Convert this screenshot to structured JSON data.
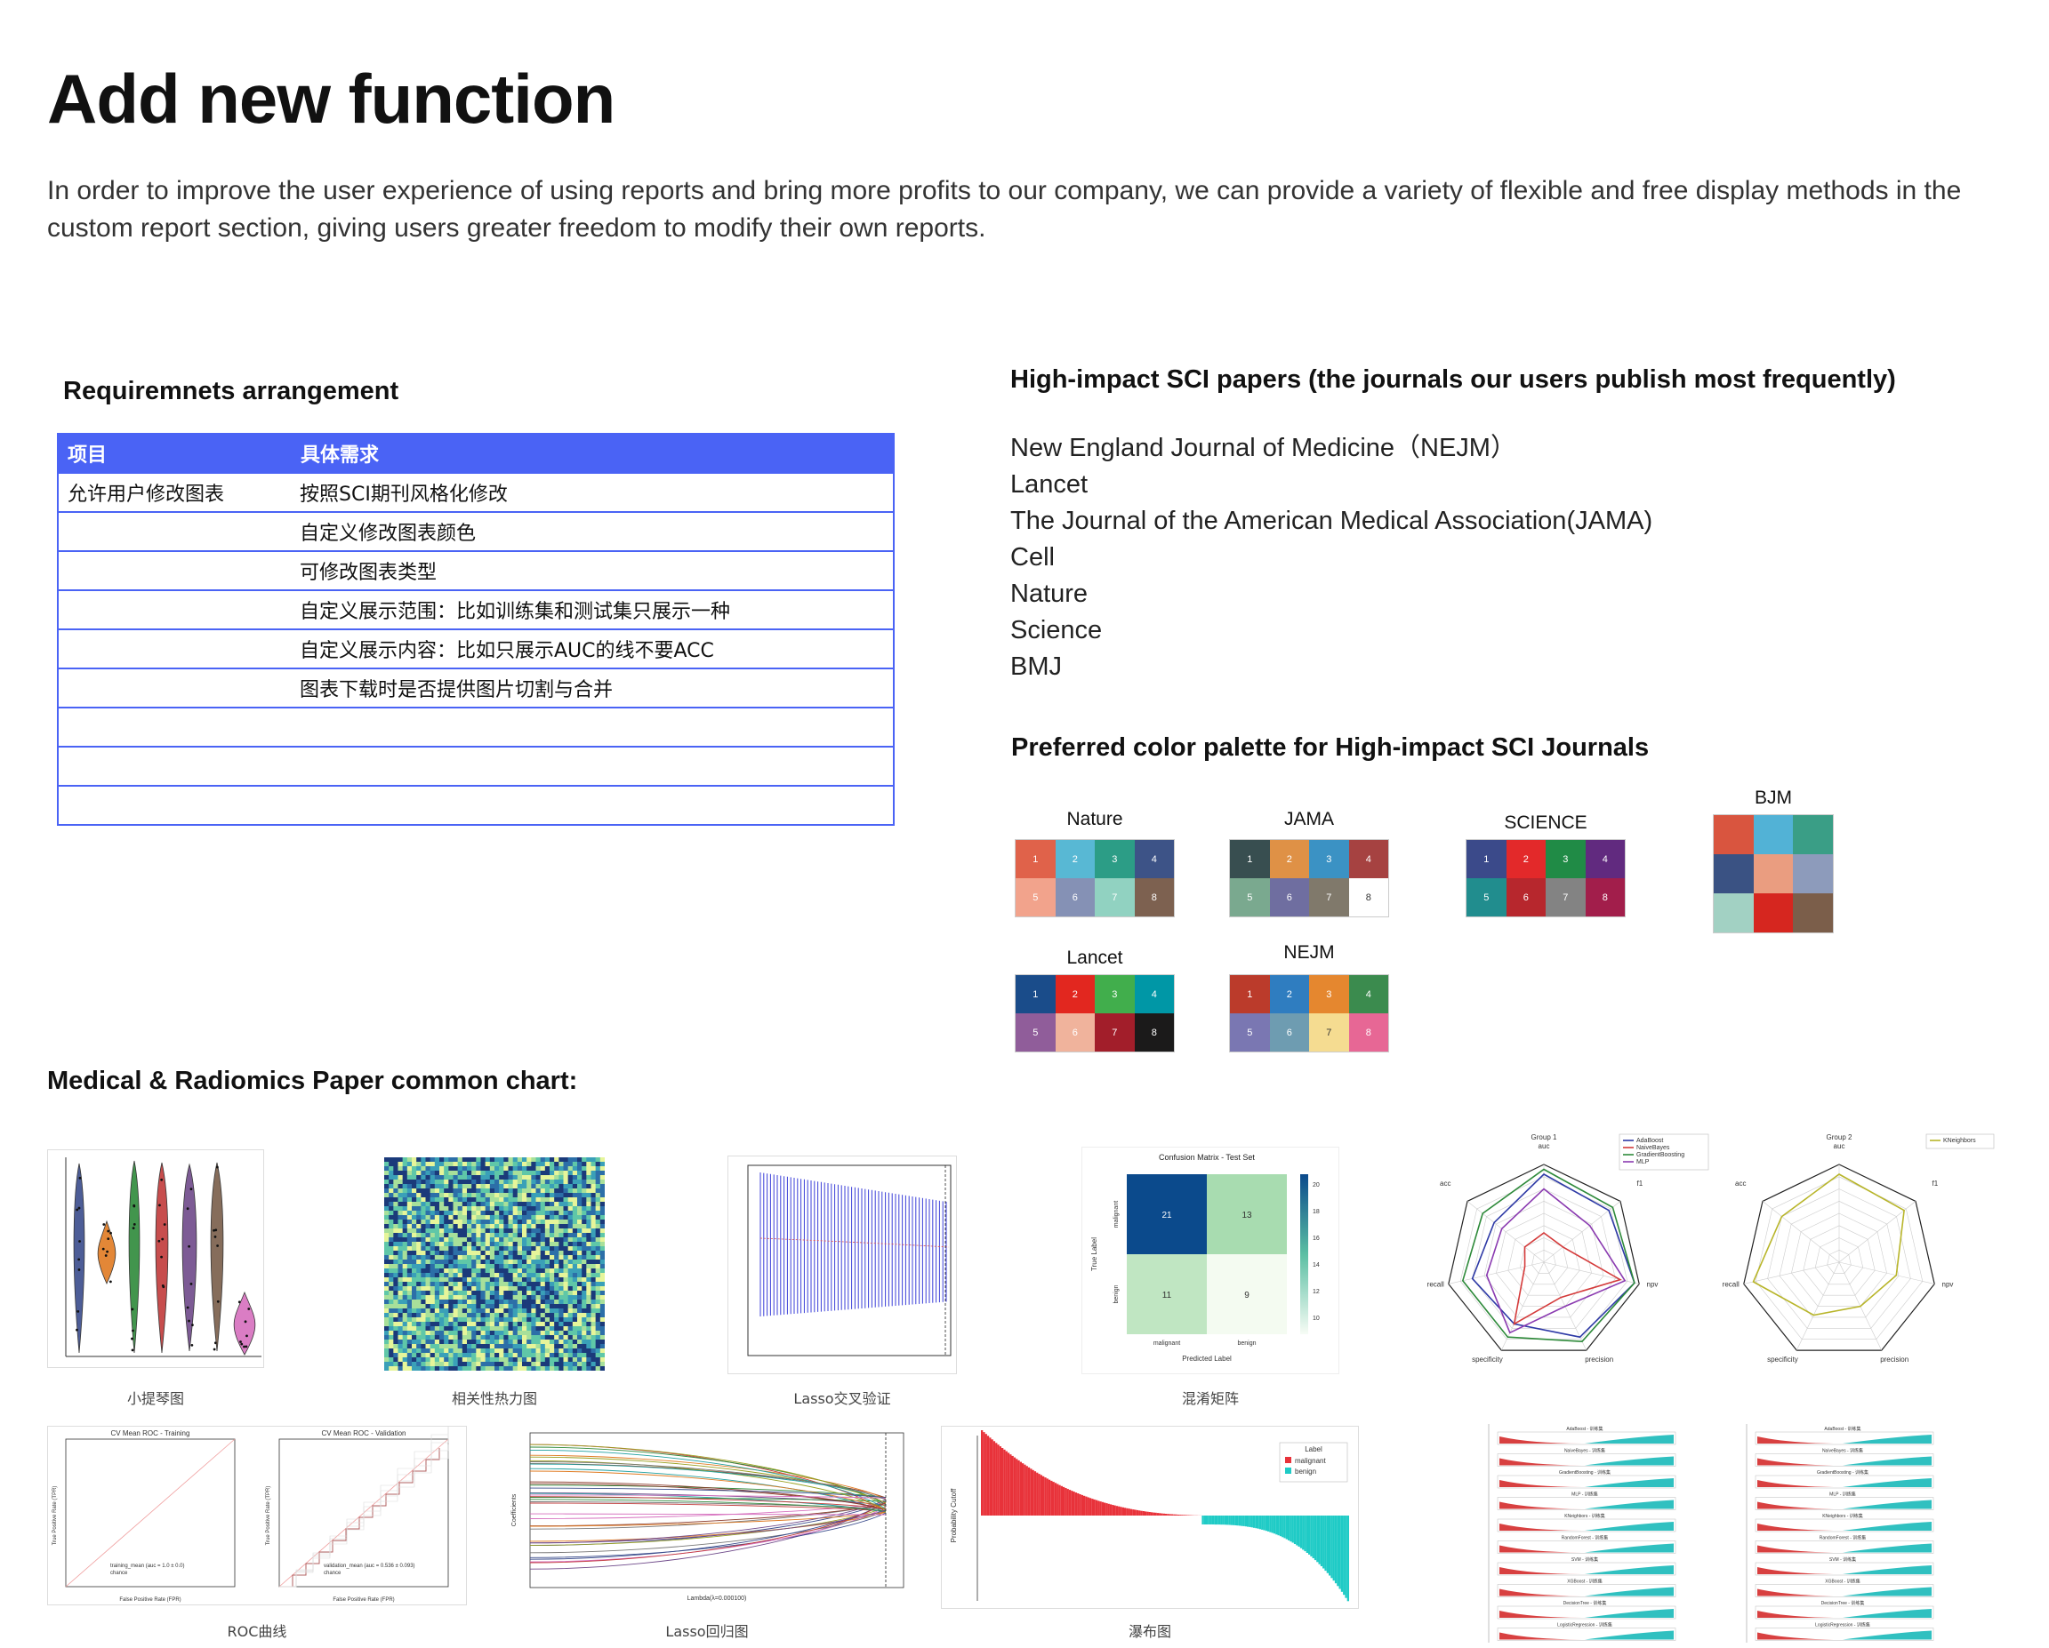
{
  "header": {
    "title": "Add new function",
    "intro": "In order to improve the user experience of using reports and bring more profits to our company, we can provide a variety of flexible and free display methods in the custom report section, giving users greater freedom to modify their own reports."
  },
  "requirements": {
    "title": "Requiremnets arrangement",
    "columns": [
      "项目",
      "具体需求"
    ],
    "rows": [
      [
        "允许用户修改图表",
        "按照SCI期刊风格化修改"
      ],
      [
        "",
        "自定义修改图表颜色"
      ],
      [
        "",
        "可修改图表类型"
      ],
      [
        "",
        "自定义展示范围：比如训练集和测试集只展示一种"
      ],
      [
        "",
        "自定义展示内容：比如只展示AUC的线不要ACC"
      ],
      [
        "",
        "图表下载时是否提供图片切割与合并"
      ],
      [
        "",
        ""
      ],
      [
        "",
        ""
      ],
      [
        "",
        ""
      ]
    ]
  },
  "journals": {
    "title": "High-impact SCI papers (the journals our users publish most frequently)",
    "items": [
      "New England Journal of Medicine（NEJM）",
      "Lancet",
      "The Journal of the American Medical Association(JAMA)",
      "Cell",
      "Nature",
      "Science",
      "BMJ"
    ]
  },
  "palettes": {
    "title": "Preferred color palette for High-impact SCI Journals",
    "items": [
      {
        "name": "Nature",
        "cols": 4,
        "numbered": true,
        "colors": [
          "#e0624a",
          "#58b8d4",
          "#2c9d86",
          "#3d5387",
          "#f2a38c",
          "#8591b5",
          "#91d2c1",
          "#7d6150"
        ]
      },
      {
        "name": "JAMA",
        "cols": 4,
        "numbered": true,
        "colors": [
          "#384e50",
          "#df9146",
          "#3b92c4",
          "#a64241",
          "#7aa98f",
          "#6f6ea0",
          "#80796b",
          "#ffffff"
        ]
      },
      {
        "name": "SCIENCE",
        "cols": 4,
        "numbered": true,
        "colors": [
          "#3b4a8a",
          "#e3292a",
          "#208b46",
          "#612a7f",
          "#218d8e",
          "#b7272d",
          "#838383",
          "#a21e4b"
        ]
      },
      {
        "name": "BJM",
        "cols": 3,
        "numbered": false,
        "colors": [
          "#d9553f",
          "#52b2d6",
          "#3a9e86",
          "#3a5283",
          "#ea9d80",
          "#8d9bbb",
          "#a2d1c3",
          "#d6261f",
          "#7b5e4a"
        ]
      },
      {
        "name": "Lancet",
        "cols": 4,
        "numbered": true,
        "colors": [
          "#1a4c8a",
          "#e2271f",
          "#41ae4c",
          "#0097a6",
          "#905d9a",
          "#f0b39c",
          "#a21e2a",
          "#1b1a1a"
        ]
      },
      {
        "name": "NEJM",
        "cols": 4,
        "numbered": true,
        "colors": [
          "#bb3b2b",
          "#2f7dc0",
          "#e5872f",
          "#3b8b4e",
          "#7a77b2",
          "#6e9cb1",
          "#f5dc91",
          "#e76795"
        ]
      }
    ]
  },
  "charts": {
    "title": "Medical & Radiomics Paper common chart:",
    "captions": {
      "violin": "小提琴图",
      "heatmap": "相关性热力图",
      "lasso_cv": "Lasso交叉验证",
      "confusion": "混淆矩阵",
      "roc": "ROC曲线",
      "lasso_path": "Lasso回归图",
      "waterfall": "瀑布图"
    },
    "confusion": {
      "title": "Confusion Matrix - Test Set",
      "cells": [
        "21",
        "13",
        "11",
        "9"
      ],
      "xlabel": "Predicted Label",
      "ylabel": "True Label",
      "classes": [
        "malignant",
        "benign"
      ],
      "ticks": [
        "20",
        "18",
        "16",
        "14",
        "12",
        "10"
      ]
    },
    "radar1": {
      "group": "Group 1",
      "metric_top": "auc",
      "labels": [
        "acc",
        "f1",
        "recall",
        "npv",
        "specificity",
        "precision"
      ],
      "legend": [
        "AdaBoost",
        "NaiveBayes",
        "GradientBoosting",
        "MLP"
      ],
      "colors": [
        "#2e3aa6",
        "#d43a3a",
        "#2e8a3a",
        "#8a3ab0"
      ]
    },
    "radar2": {
      "group": "Group 2",
      "metric_top": "auc",
      "labels": [
        "acc",
        "f1",
        "recall",
        "npv",
        "specificity",
        "precision"
      ],
      "legend": [
        "KNeighbors"
      ],
      "colors": [
        "#b8b52a"
      ]
    },
    "roc": {
      "train_title": "CV Mean ROC - Training",
      "val_title": "CV Mean ROC - Validation",
      "xlabel": "False Positive Rate (FPR)",
      "ylabel": "True Positive Rate (TPR)",
      "train_legend": "training_mean (auc = 1.0 ± 0.0)",
      "val_legend": "validation_mean (auc = 0.536 ± 0.093)",
      "chance": "chance"
    },
    "lasso_path": {
      "xlabel": "Lambda(λ=0.000100)",
      "ylabel": "Coefficients"
    },
    "waterfall": {
      "legend_title": "Label",
      "legend": [
        "malignant",
        "benign"
      ],
      "colors": [
        "#e8323a",
        "#1fcbc6"
      ],
      "ylabel": "Probability Cutoff"
    },
    "dist_labels": [
      "AdaBoost - 训练集",
      "NaiveBayes - 训练集",
      "GradientBoosting - 训练集",
      "MLP - 训练集",
      "KNeighbors - 训练集",
      "RandomForest - 训练集",
      "SVM - 训练集",
      "XGBoost - 训练集",
      "DecisionTree - 训练集",
      "LogisticRegression - 训练集"
    ]
  }
}
